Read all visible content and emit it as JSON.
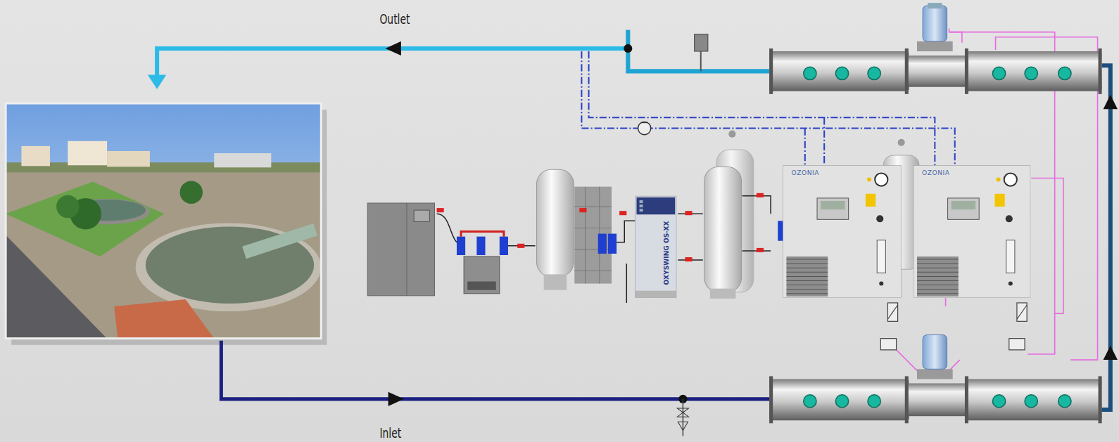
{
  "diagram": {
    "nodes": [
      {
        "text": [
          "OXYSWING OS-XX"
        ]
      },
      {
        "text": [
          "OZONIA"
        ]
      },
      {
        "text": [
          "OZONIA"
        ]
      }
    ],
    "labels": [
      "Outlet",
      "Inlet"
    ]
  }
}
